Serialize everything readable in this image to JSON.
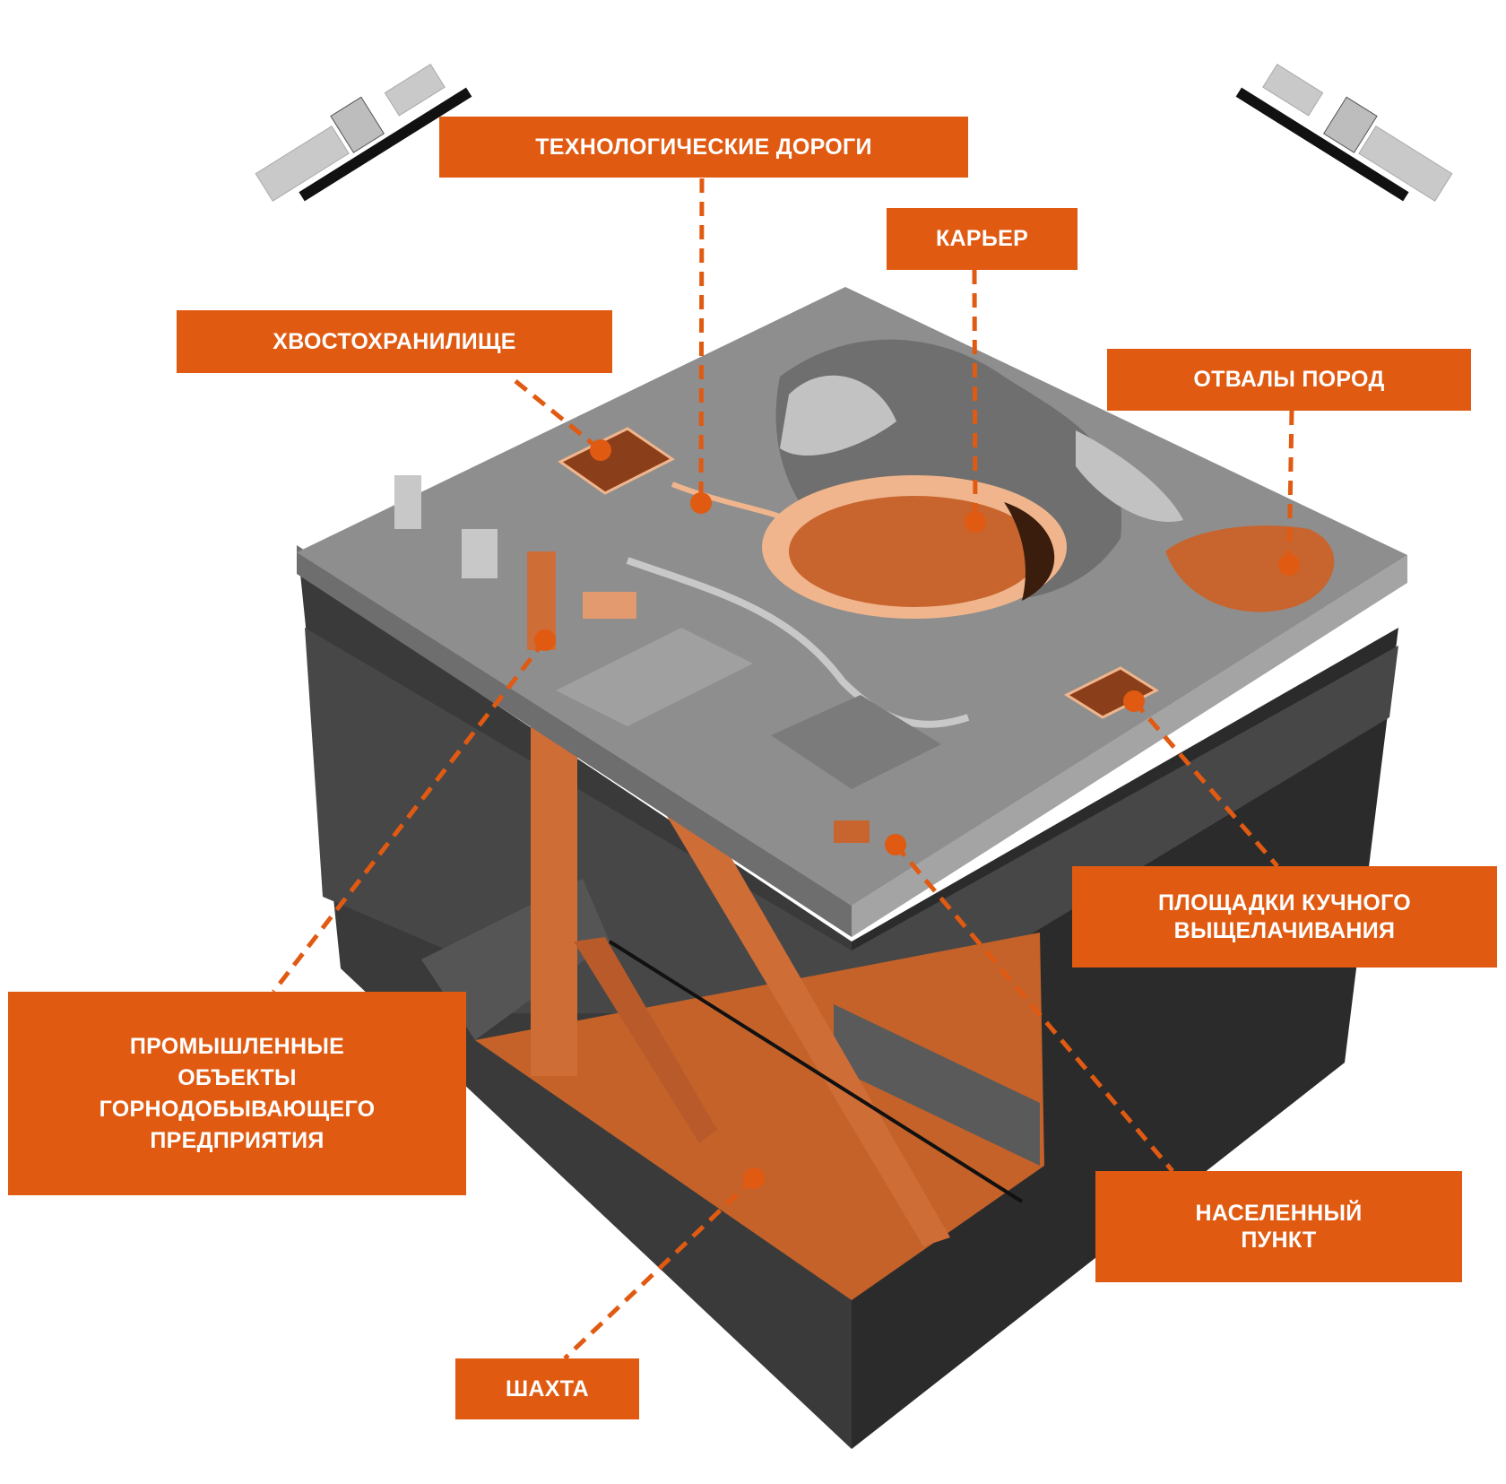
{
  "colors": {
    "accent": "#E05A12",
    "ore": "#C8652E",
    "ground_top": "#8E8E8E",
    "ground_dark": "#2E2E2E"
  },
  "labels": {
    "roads": "ТЕХНОЛОГИЧЕСКИЕ ДОРОГИ",
    "quarry": "КАРЬЕР",
    "tailings": "ХВОСТОХРАНИЛИЩЕ",
    "waste_dumps": "ОТВАЛЫ ПОРОД",
    "heap_leach": [
      "ПЛОЩАДКИ КУЧНОГО",
      "ВЫЩЕЛАЧИВАНИЯ"
    ],
    "industrial": [
      "ПРОМЫШЛЕННЫЕ",
      "ОБЪЕКТЫ",
      "ГОРНОДОБЫВАЮЩЕГО",
      "ПРЕДПРИЯТИЯ"
    ],
    "settlement": [
      "НАСЕЛЕННЫЙ",
      "ПУНКТ"
    ],
    "mine": "ШАХТА"
  },
  "icons": [
    "satellite-icon",
    "satellite-icon"
  ]
}
